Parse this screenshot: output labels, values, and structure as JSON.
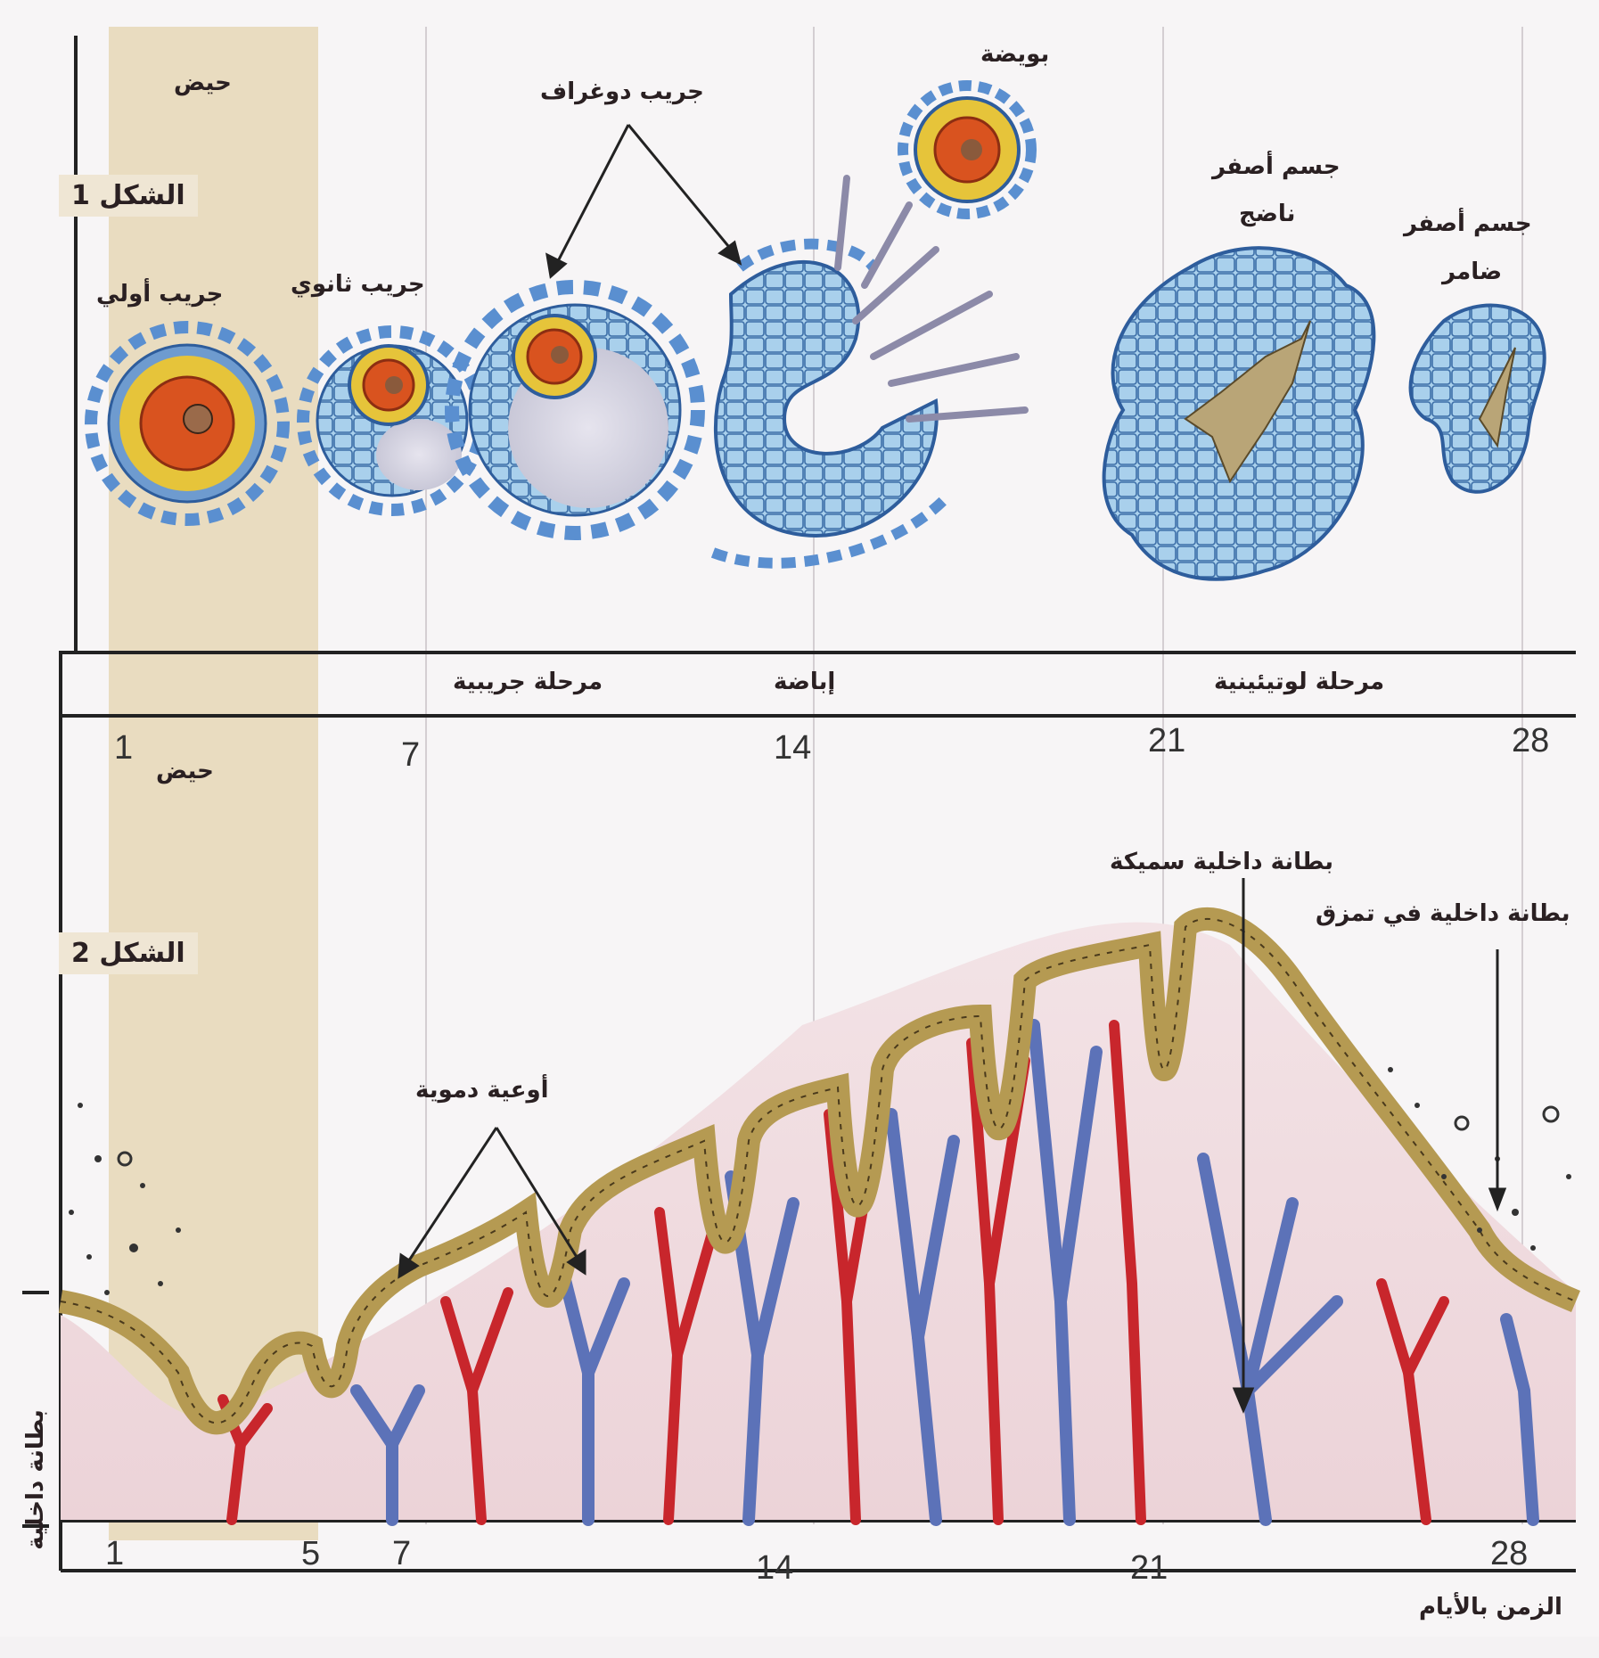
{
  "figure1": {
    "title": "الشكل 1",
    "menses": "حيض",
    "primary_follicle": "جريب أولي",
    "secondary_follicle": "جريب ثانوي",
    "graafian_follicle": "جريب دوغراف",
    "ovum": "بويضة",
    "mature_corpus_luteum": [
      "جسم أصفر",
      "ناضج"
    ],
    "regressing_corpus_luteum": [
      "جسم أصفر",
      "ضامر"
    ]
  },
  "phases": {
    "follicular": "مرحلة جريبية",
    "ovulation": "إباضة",
    "luteal": "مرحلة لوتيئينية"
  },
  "top_days": [
    "1",
    "7",
    "14",
    "21",
    "28"
  ],
  "top_menses": "حيض",
  "figure2": {
    "title": "الشكل 2",
    "thick_endometrium": "بطانة داخلية سميكة",
    "shedding_endometrium": "بطانة داخلية في تمزق",
    "blood_vessels": "أوعية دموية",
    "y_axis": "بطانة داخلية",
    "x_axis": "الزمن بالأيام"
  },
  "bottom_days": [
    "1",
    "5",
    "7",
    "14",
    "21",
    "28"
  ],
  "colors": {
    "menses_band": "#e9dcc0",
    "artery": "#c8262c",
    "vein": "#5c72b8",
    "epithelium": "#b59a52",
    "follicle_cells": "#6aa6d6",
    "oocyte": "#d8531e",
    "zona": "#e8c53a"
  }
}
